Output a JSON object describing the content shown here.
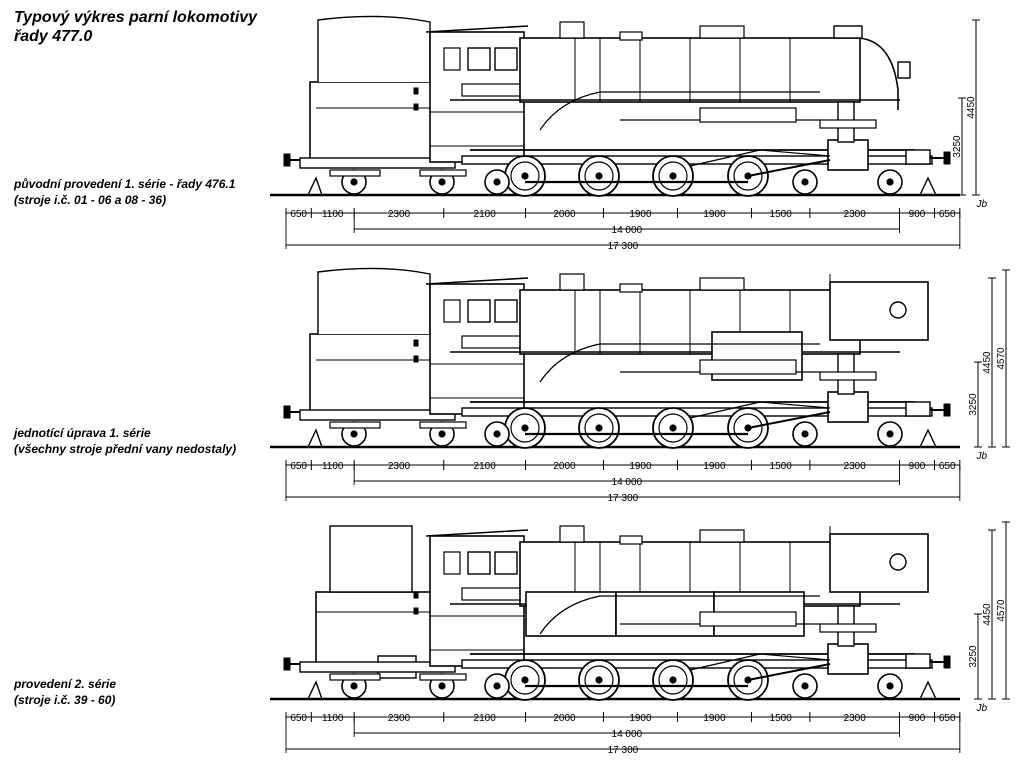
{
  "title": "Typový výkres parní lokomotivy\nřady 477.0",
  "sheets": [
    {
      "caption_line1": "původní provedení 1. série - řady 476.1",
      "caption_line2": "(stroje i.č. 01 - 06 a 08 - 36)",
      "variant": "original",
      "heights": [
        "3250",
        "4450"
      ]
    },
    {
      "caption_line1": "jednotící úprava 1. série",
      "caption_line2": "(všechny stroje přední vany nedostaly)",
      "variant": "unified",
      "heights": [
        "3250",
        "4450",
        "4570"
      ]
    },
    {
      "caption_line1": "provedení 2. série",
      "caption_line2": "(stroje i.č. 39 - 60)",
      "variant": "second",
      "heights": [
        "3250",
        "4450",
        "4570"
      ]
    }
  ],
  "segments": [
    "650",
    "1100",
    "2300",
    "2100",
    "2000",
    "1900",
    "1900",
    "1500",
    "2300",
    "900",
    "650"
  ],
  "wheelbase_label": "14 000",
  "length_label": "17 300",
  "signature": "Jb"
}
